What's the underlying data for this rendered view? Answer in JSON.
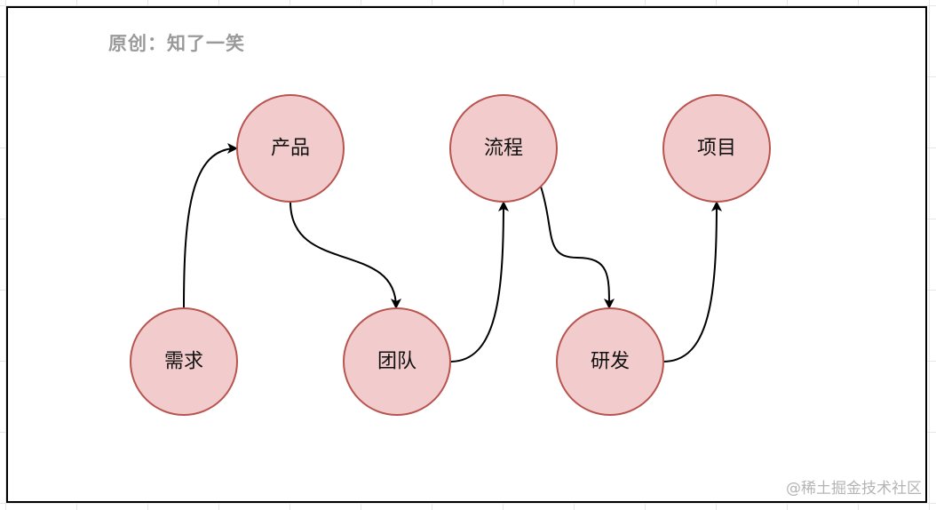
{
  "author_note": "原创：知了一笑",
  "watermark": "@稀土掘金技术社区",
  "colors": {
    "node_fill": "#f2cccc",
    "node_stroke": "#b85450",
    "edge": "#000000"
  },
  "nodes": [
    {
      "id": "xuqiu",
      "label": "需求"
    },
    {
      "id": "chanpin",
      "label": "产品"
    },
    {
      "id": "tuandui",
      "label": "团队"
    },
    {
      "id": "liucheng",
      "label": "流程"
    },
    {
      "id": "yanfa",
      "label": "研发"
    },
    {
      "id": "xiangmu",
      "label": "项目"
    }
  ],
  "edges": [
    {
      "from": "xuqiu",
      "to": "chanpin"
    },
    {
      "from": "chanpin",
      "to": "tuandui"
    },
    {
      "from": "tuandui",
      "to": "liucheng"
    },
    {
      "from": "liucheng",
      "to": "yanfa"
    },
    {
      "from": "yanfa",
      "to": "xiangmu"
    }
  ]
}
